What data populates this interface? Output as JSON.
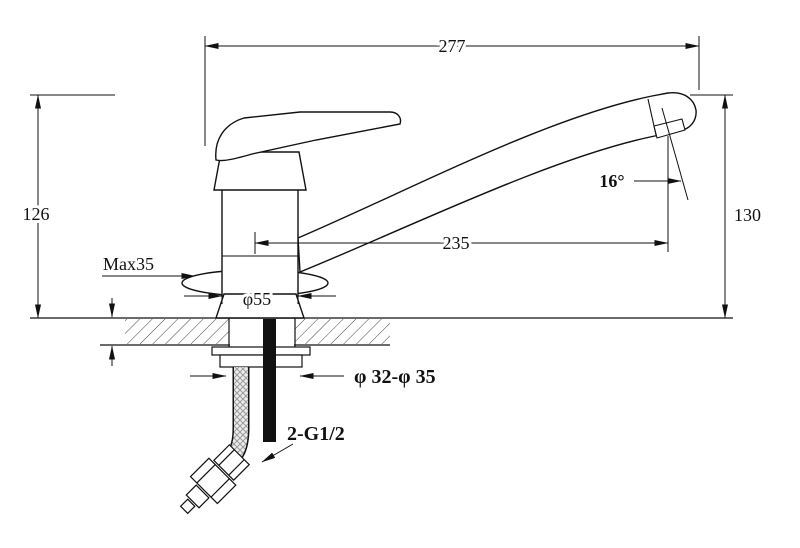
{
  "drawing": {
    "title": "faucet-installation-dimension-drawing"
  },
  "dims": {
    "overall_width": "277",
    "height_left": "126",
    "height_right": "130",
    "spout_reach": "235",
    "spout_angle": "16°",
    "max_deck_thickness": "Max35",
    "base_diameter": "φ55",
    "mounting_hole": "φ 32-φ 35",
    "hose_thread": "2-G1/2"
  },
  "colors": {
    "line": "#111111",
    "pipe_fill": "#111111",
    "braid": "#9a9a9a",
    "background": "#ffffff"
  }
}
